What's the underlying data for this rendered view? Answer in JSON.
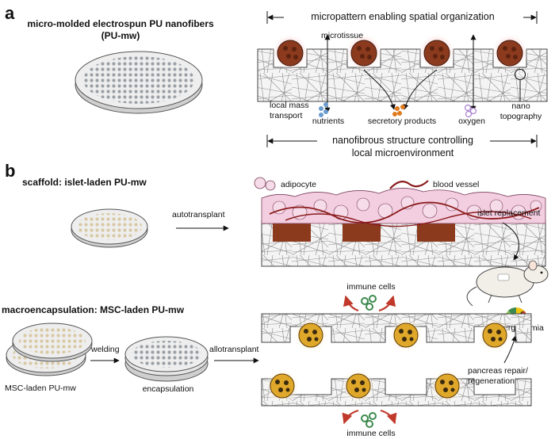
{
  "panel_a": {
    "letter": "a",
    "title_line1": "micro-molded electrospun PU nanofibers",
    "title_line2": "(PU-mw)",
    "micropattern_label": "micropattern enabling spatial organization",
    "microtissue_label": "microtissue",
    "local_mass_line1": "local mass",
    "local_mass_line2": "transport",
    "nutrients_label": "nutrients",
    "secretory_label": "secretory products",
    "oxygen_label": "oxygen",
    "nano_line1": "nano",
    "nano_line2": "topography",
    "nanofibrous_line1": "nanofibrous structure controlling",
    "nanofibrous_line2": "local microenvironment"
  },
  "panel_b": {
    "letter": "b",
    "scaffold_title": "scaffold: islet-laden PU-mw",
    "autotransplant_label": "autotransplant",
    "adipocyte_label": "adipocyte",
    "blood_vessel_label": "blood vessel",
    "islet_replacement_label": "islet replacement",
    "macro_title": "macroencapsulation: MSC-laden PU-mw",
    "welding_label": "welding",
    "allotransplant_label": "allotransplant",
    "msc_laden_label": "MSC-laden PU-mw",
    "encapsulation_label": "encapsulation",
    "immune_top_label": "immune cells",
    "immune_bottom_label": "immune cells",
    "hyperglycemia_label": "hyperglycemia",
    "pancreas_line1": "pancreas repair/",
    "pancreas_line2": "regeneration"
  },
  "colors": {
    "islet": "#8b3a1e",
    "msc": "#e0a82a",
    "adipocyte": "#f3cde0",
    "vessel": "#8a1a1a",
    "fiber": "#9a9a9a",
    "nutrient": "#6a9ccf",
    "secretory": "#e07a1e",
    "oxygen": "#a77fcf",
    "immune": "#3d8a4e",
    "arrow_red": "#c0392b"
  }
}
